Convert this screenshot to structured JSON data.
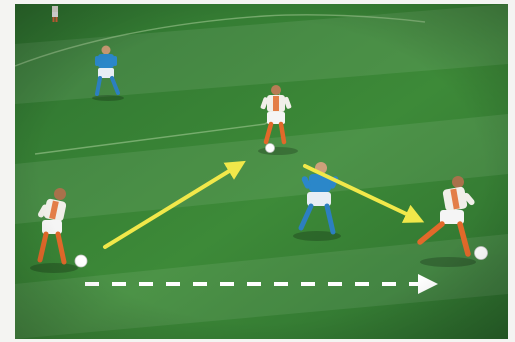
{
  "scene": {
    "kind": "football-match-screenshot",
    "pitch_colors": {
      "light": "#3f8a3a",
      "dark": "#2a6a2b",
      "line": "#a9cf9a"
    },
    "teams": {
      "attack": {
        "shirt": "#f1efe9",
        "sleeve": "#e06a2a",
        "shorts": "#f5f5f5",
        "socks": "#e2692a"
      },
      "defence": {
        "shirt": "#2b87c9",
        "shorts": "#e8eef5",
        "socks": "#2c7fc0"
      }
    },
    "arrows": {
      "pass_color": "#f1e84a",
      "run_color": "#ffffff",
      "items": [
        {
          "name": "pass-arrow-forward",
          "style": "solid"
        },
        {
          "name": "pass-arrow-through",
          "style": "solid"
        },
        {
          "name": "run-arrow",
          "style": "dashed"
        }
      ]
    },
    "players": [
      {
        "name": "player-attacker-left-with-ball",
        "team": "attack",
        "has_ball": true
      },
      {
        "name": "player-attacker-center",
        "team": "attack",
        "has_ball": true
      },
      {
        "name": "player-attacker-right",
        "team": "attack",
        "has_ball": true
      },
      {
        "name": "player-defender-center",
        "team": "defence",
        "has_ball": false
      },
      {
        "name": "player-defender-back",
        "team": "defence",
        "has_ball": false
      },
      {
        "name": "player-distant-top",
        "team": "attack",
        "has_ball": false
      }
    ]
  }
}
